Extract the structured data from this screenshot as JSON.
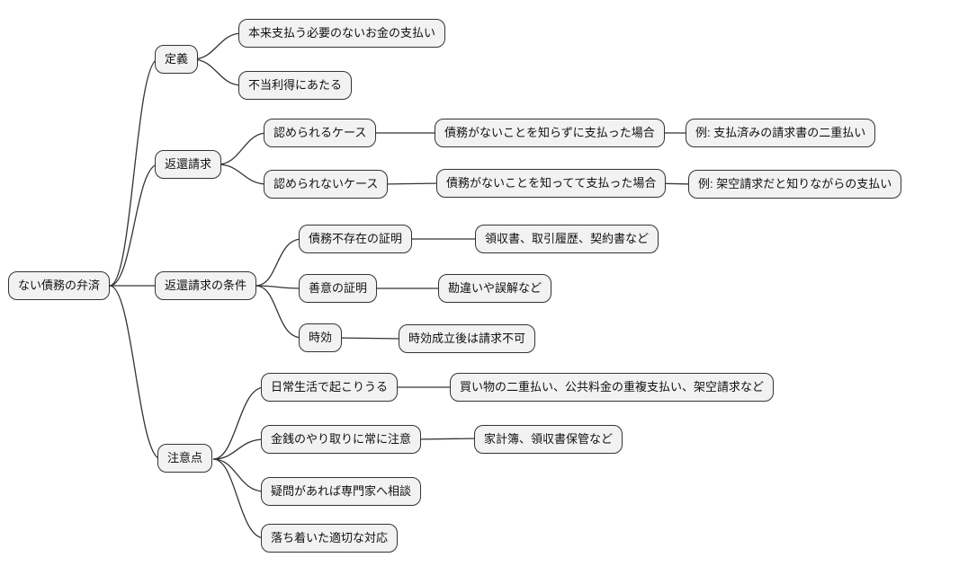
{
  "diagram_type": "mindmap",
  "colors": {
    "background": "#ffffff",
    "node_fill": "#f2f2f2",
    "node_border": "#333333",
    "line": "#333333",
    "text": "#111111"
  },
  "tree": {
    "label": "ない債務の弁済",
    "children": [
      {
        "label": "定義",
        "children": [
          {
            "label": "本来支払う必要のないお金の支払い"
          },
          {
            "label": "不当利得にあたる"
          }
        ]
      },
      {
        "label": "返還請求",
        "children": [
          {
            "label": "認められるケース",
            "children": [
              {
                "label": "債務がないことを知らずに支払った場合",
                "children": [
                  {
                    "label": "例: 支払済みの請求書の二重払い"
                  }
                ]
              }
            ]
          },
          {
            "label": "認められないケース",
            "children": [
              {
                "label": "債務がないことを知ってて支払った場合",
                "children": [
                  {
                    "label": "例: 架空請求だと知りながらの支払い"
                  }
                ]
              }
            ]
          }
        ]
      },
      {
        "label": "返還請求の条件",
        "children": [
          {
            "label": "債務不存在の証明",
            "children": [
              {
                "label": "領収書、取引履歴、契約書など"
              }
            ]
          },
          {
            "label": "善意の証明",
            "children": [
              {
                "label": "勘違いや誤解など"
              }
            ]
          },
          {
            "label": "時効",
            "children": [
              {
                "label": "時効成立後は請求不可"
              }
            ]
          }
        ]
      },
      {
        "label": "注意点",
        "children": [
          {
            "label": "日常生活で起こりうる",
            "children": [
              {
                "label": "買い物の二重払い、公共料金の重複支払い、架空請求など"
              }
            ]
          },
          {
            "label": "金銭のやり取りに常に注意",
            "children": [
              {
                "label": "家計簿、領収書保管など"
              }
            ]
          },
          {
            "label": "疑問があれば専門家へ相談"
          },
          {
            "label": "落ち着いた適切な対応"
          }
        ]
      }
    ]
  }
}
